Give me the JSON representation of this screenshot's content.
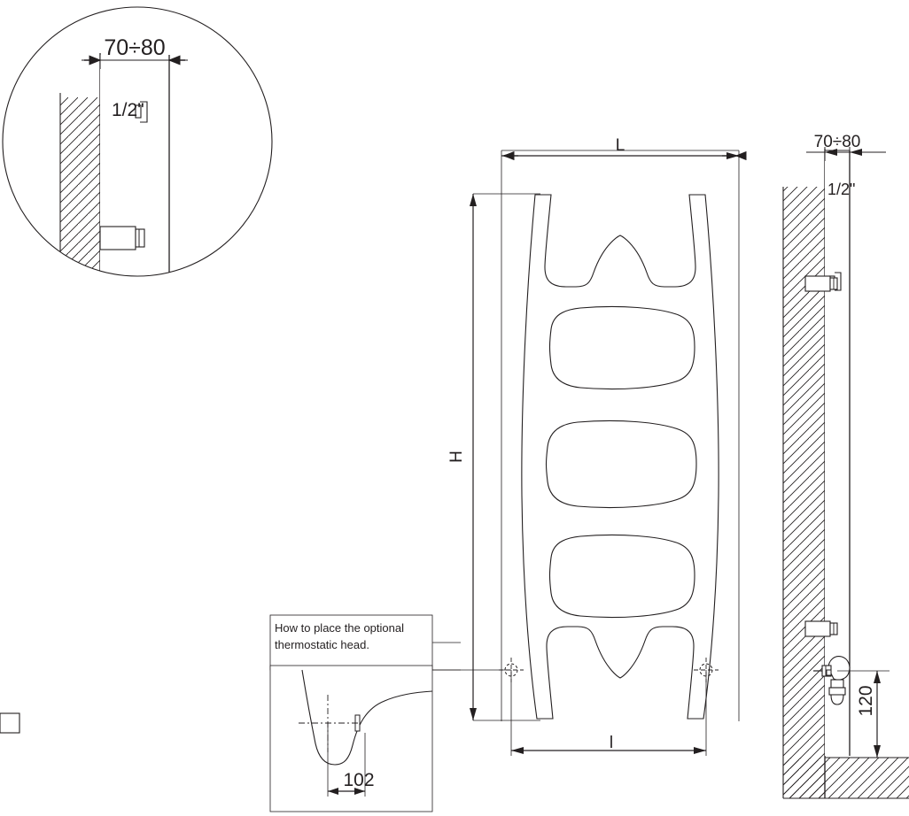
{
  "drawing": {
    "title": "Radiator installation technical drawing",
    "background_color": "#ffffff",
    "line_color": "#231f20",
    "text_color": "#231f20"
  },
  "detail_circle": {
    "name": "wall-mount-detail",
    "dimension_top": "70÷80",
    "connection_label": "1/2\""
  },
  "front_view": {
    "name": "radiator-front-view",
    "width_label": "L",
    "height_label": "H",
    "connection_spacing_label": "l"
  },
  "side_view": {
    "name": "radiator-side-section-view",
    "dimension_top": "70÷80",
    "connection_label": "1/2\"",
    "floor_height_label": "120"
  },
  "callout": {
    "name": "thermostatic-head-callout",
    "note_line_1": "How to place the optional",
    "note_line_2": "thermostatic head.",
    "dimension_label": "102"
  }
}
